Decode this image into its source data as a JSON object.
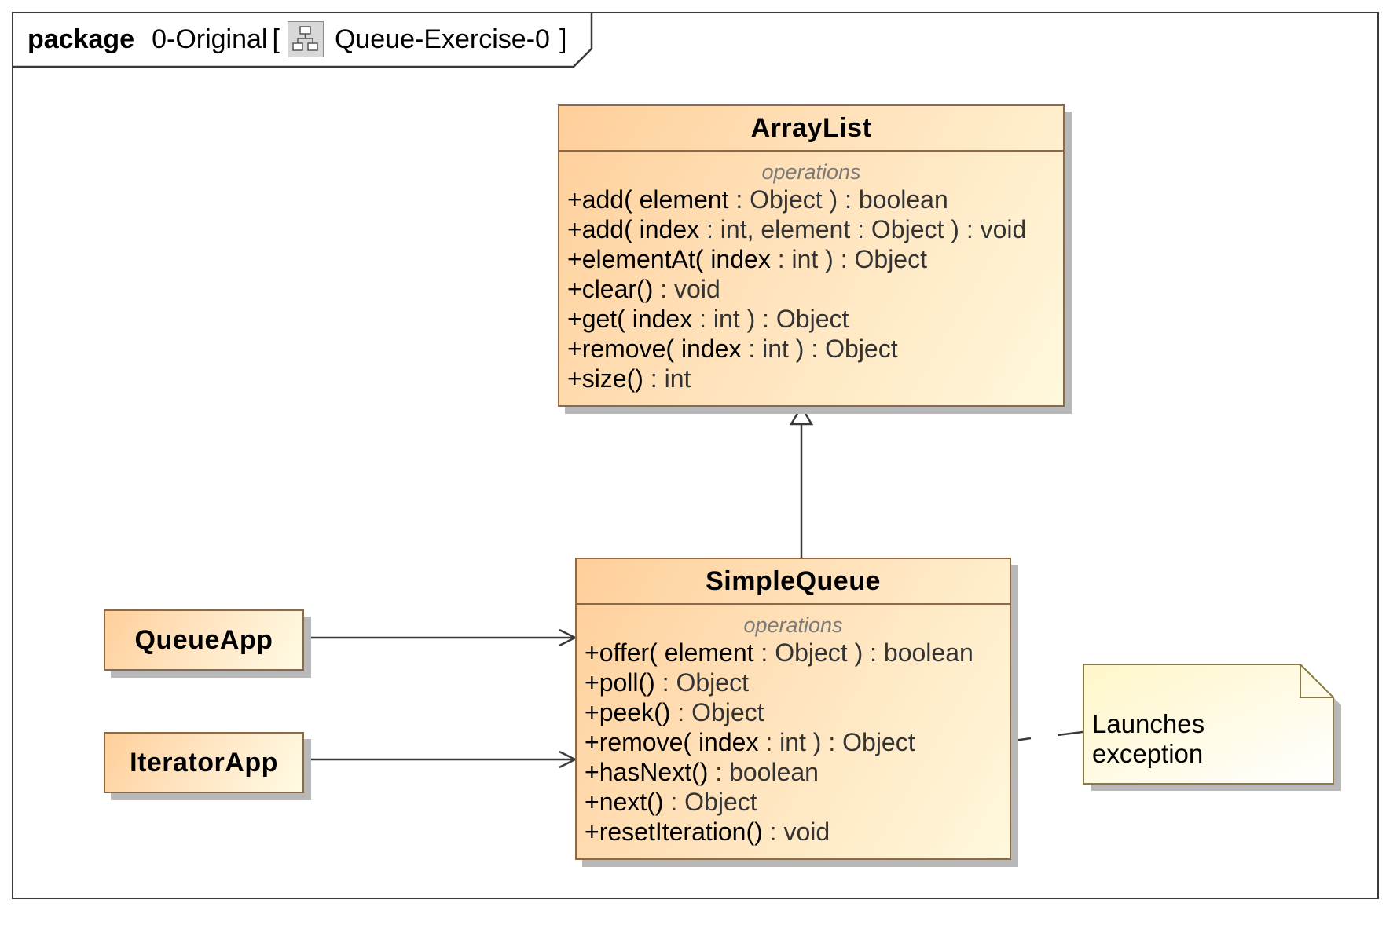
{
  "package": {
    "keyword": "package",
    "name": "0-Original",
    "bracket_open": "[",
    "diagram_name": "Queue-Exercise-0",
    "bracket_close": "]"
  },
  "classes": {
    "arraylist": {
      "name": "ArrayList",
      "section": "operations",
      "operations": [
        {
          "sig": "+add( element",
          "rest": " : Object ) : boolean"
        },
        {
          "sig": "+add( index",
          "rest": " : int, element : Object ) : void"
        },
        {
          "sig": "+elementAt( index",
          "rest": " : int ) : Object"
        },
        {
          "sig": "+clear()",
          "rest": " : void"
        },
        {
          "sig": "+get( index",
          "rest": " : int ) : Object"
        },
        {
          "sig": "+remove( index",
          "rest": " : int ) : Object"
        },
        {
          "sig": "+size()",
          "rest": " : int"
        }
      ]
    },
    "simplequeue": {
      "name": "SimpleQueue",
      "section": "operations",
      "operations": [
        {
          "sig": "+offer( element",
          "rest": " : Object ) : boolean"
        },
        {
          "sig": "+poll()",
          "rest": " : Object"
        },
        {
          "sig": "+peek()",
          "rest": " : Object"
        },
        {
          "sig": "+remove( index",
          "rest": " : int ) : Object"
        },
        {
          "sig": "+hasNext()",
          "rest": " : boolean"
        },
        {
          "sig": "+next()",
          "rest": " : Object"
        },
        {
          "sig": "+resetIteration()",
          "rest": " : void"
        }
      ]
    },
    "queueapp": {
      "name": "QueueApp"
    },
    "iteratorapp": {
      "name": "IteratorApp"
    }
  },
  "note": {
    "lines": [
      "Launches",
      "exception"
    ]
  },
  "colors": {
    "class_border": "#8a6a48",
    "class_fill_start": "#ffcf9a",
    "class_fill_end": "#fff8dc",
    "note_fill": "#fffbd9",
    "line": "#3a3a3a"
  }
}
